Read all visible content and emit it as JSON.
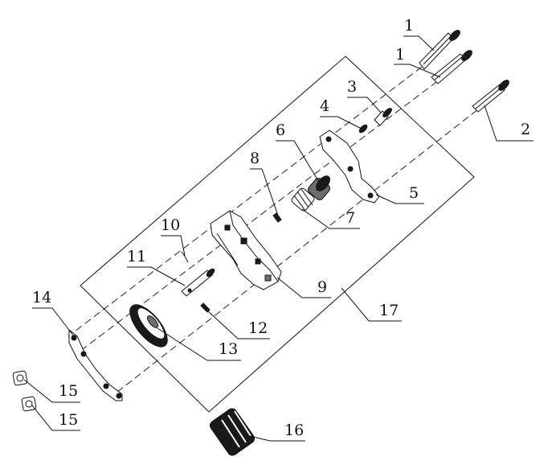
{
  "callouts": [
    {
      "id": "c1a",
      "text": "1"
    },
    {
      "id": "c1b",
      "text": "1"
    },
    {
      "id": "c2",
      "text": "2"
    },
    {
      "id": "c3",
      "text": "3"
    },
    {
      "id": "c4",
      "text": "4"
    },
    {
      "id": "c5",
      "text": "5"
    },
    {
      "id": "c6",
      "text": "6"
    },
    {
      "id": "c7",
      "text": "7"
    },
    {
      "id": "c8",
      "text": "8"
    },
    {
      "id": "c9",
      "text": "9"
    },
    {
      "id": "c10",
      "text": "10"
    },
    {
      "id": "c11",
      "text": "11"
    },
    {
      "id": "c12",
      "text": "12"
    },
    {
      "id": "c13",
      "text": "13"
    },
    {
      "id": "c14",
      "text": "14"
    },
    {
      "id": "c15a",
      "text": "15"
    },
    {
      "id": "c15b",
      "text": "15"
    },
    {
      "id": "c16",
      "text": "16"
    },
    {
      "id": "c17",
      "text": "17"
    }
  ]
}
